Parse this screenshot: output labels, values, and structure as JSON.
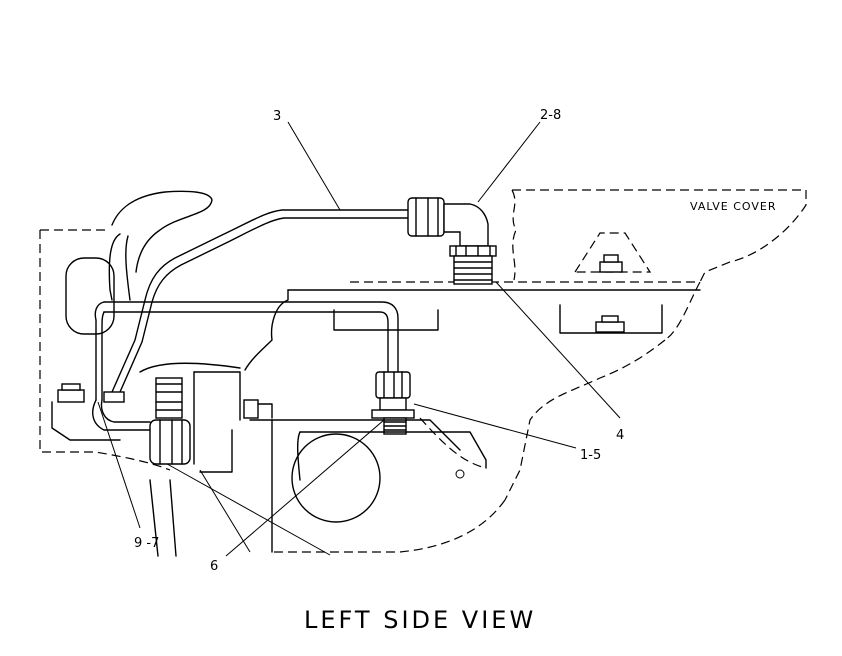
{
  "diagram": {
    "title": "LEFT SIDE VIEW",
    "component_label": "VALVE COVER",
    "callouts": {
      "c3": "3",
      "c2_8": "2-8",
      "c4": "4",
      "c1_5": "1-5",
      "c6": "6",
      "c9_7": "9 -7"
    }
  }
}
